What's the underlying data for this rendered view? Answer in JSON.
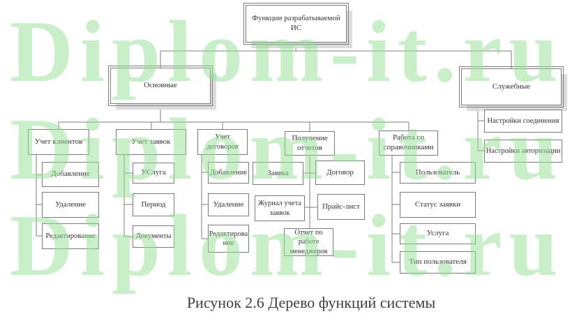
{
  "figure": {
    "caption": "Рисунок 2.6 Дерево функций системы"
  },
  "watermark": {
    "text": "Diplom-it.ru",
    "color": "#c9efc9"
  },
  "colors": {
    "connector": "#7e7e7e",
    "box_border": "#7a7a7a",
    "box_shadow": "#dcdcdc",
    "box_fill": "#ffffff",
    "text": "#333333",
    "background": "#ffffff"
  },
  "nodes": {
    "root": "Функции разрабатываемой ИС",
    "osnovnye": "Основные",
    "sluzhebnye": "Служебные",
    "nastroyki_soedineniya": "Настройки соединения",
    "nastroyki_avtorizatsii": "Настройки авторизации",
    "uchet_klientov": "Учет клиентов",
    "dobavlenie_1": "Добавление",
    "udalenie_1": "Удаление",
    "redaktirovanie_1": "Редактирование",
    "uchet_zayavok": "Учет заявок",
    "usluga_1": "УСлуга",
    "period": "Период",
    "dokumenty": "Документы",
    "uchet_dogovorov": "Учет договоров",
    "dobavlenie_2": "Добавление",
    "udalenie_2": "Удаление",
    "redaktirovanie_2": "Редактирование",
    "poluchenie_otchetov": "Получение отчетов",
    "zayavka": "Заявка",
    "dogovor": "Договор",
    "zhurnal_ucheta_zayavok": "Журнал учета заявок",
    "prays_list": "Прайс-лист",
    "otchet_po_rabote_menedzherov": "Отчет по работе менеджеров",
    "rabota_so_spravochnikami": "Работа со справочниками",
    "polzovatel": "Пользователь",
    "status_zayavki": "Статус заявки",
    "usluga_2": "Услуга",
    "tip_polzovatelya": "Тип пользователя"
  },
  "hierarchy": {
    "root": [
      "osnovnye",
      "sluzhebnye"
    ],
    "sluzhebnye": [
      "nastroyki_soedineniya",
      "nastroyki_avtorizatsii"
    ],
    "osnovnye": [
      "uchet_klientov",
      "uchet_zayavok",
      "uchet_dogovorov",
      "poluchenie_otchetov",
      "rabota_so_spravochnikami"
    ],
    "uchet_klientov": [
      "dobavlenie_1",
      "udalenie_1",
      "redaktirovanie_1"
    ],
    "uchet_zayavok": [
      "usluga_1",
      "period",
      "dokumenty"
    ],
    "uchet_dogovorov": [
      "dobavlenie_2",
      "udalenie_2",
      "redaktirovanie_2"
    ],
    "poluchenie_otchetov": [
      "zayavka",
      "dogovor",
      "zhurnal_ucheta_zayavok",
      "prays_list",
      "otchet_po_rabote_menedzherov"
    ],
    "rabota_so_spravochnikami": [
      "polzovatel",
      "status_zayavki",
      "usluga_2",
      "tip_polzovatelya"
    ]
  }
}
